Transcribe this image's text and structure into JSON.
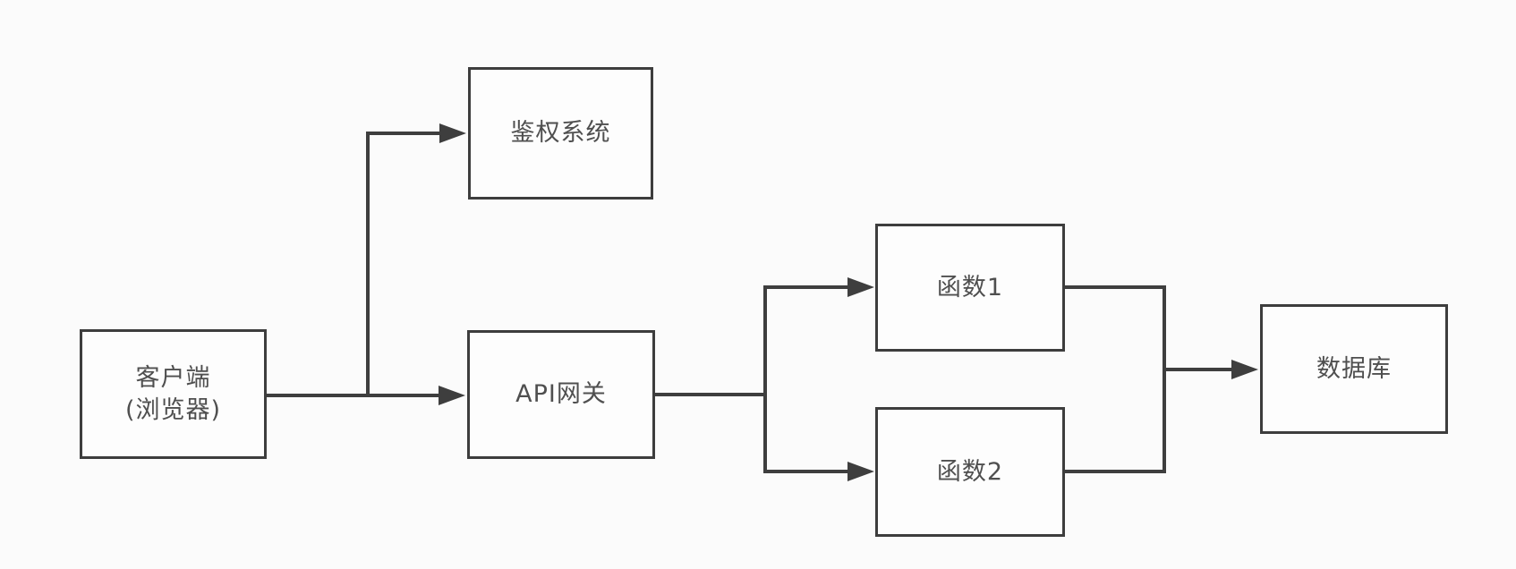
{
  "diagram": {
    "type": "flowchart",
    "nodes": [
      {
        "id": "client",
        "label": "客户端",
        "sublabel": "(浏览器)"
      },
      {
        "id": "auth-system",
        "label": "鉴权系统",
        "sublabel": ""
      },
      {
        "id": "api-gateway",
        "label": "API网关",
        "sublabel": ""
      },
      {
        "id": "function-1",
        "label": "函数1",
        "sublabel": ""
      },
      {
        "id": "function-2",
        "label": "函数2",
        "sublabel": ""
      },
      {
        "id": "database",
        "label": "数据库",
        "sublabel": ""
      }
    ],
    "edges": [
      {
        "from": "client",
        "to": "auth-system"
      },
      {
        "from": "client",
        "to": "api-gateway"
      },
      {
        "from": "api-gateway",
        "to": "function-1"
      },
      {
        "from": "api-gateway",
        "to": "function-2"
      },
      {
        "from": "function-1",
        "to": "database"
      },
      {
        "from": "function-2",
        "to": "database"
      }
    ],
    "colors": {
      "background": "#fbfbfb",
      "box_fill": "#fdfdfd",
      "box_border": "#3d3d3d",
      "line": "#3e3e3e",
      "text": "#4f4f4f"
    }
  }
}
